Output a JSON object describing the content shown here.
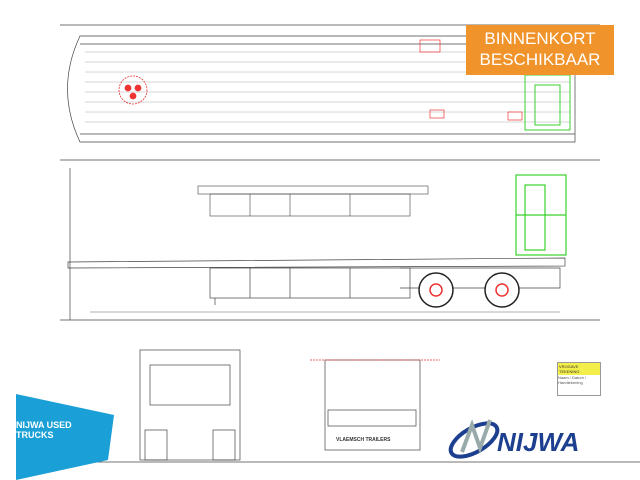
{
  "badge": {
    "line1": "BINNENKORT",
    "line2": "BESCHIKBAAR"
  },
  "used_trucks": {
    "line1": "NIJWA USED",
    "line2": "TRUCKS"
  },
  "logo": {
    "text": "NIJWA"
  },
  "title_block": {
    "header": "VRIJGAVE TEKENING",
    "row2": "Naam / Datum / Handtekening"
  },
  "rear_plate": {
    "text": "VLAEMSCH TRAILERS"
  },
  "colors": {
    "badge": "#f0932b",
    "used_banner": "#1aa0d6",
    "crane": "#3ad12a",
    "logo": "#1d3f8f"
  }
}
